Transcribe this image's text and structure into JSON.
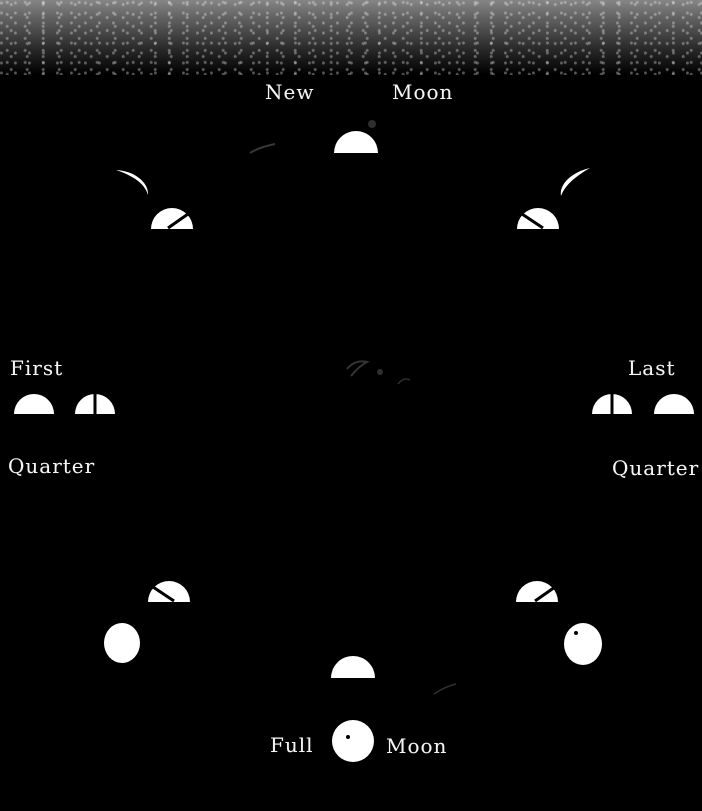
{
  "labels": {
    "new": "New",
    "new_moon": "Moon",
    "first": "First",
    "first_quarter": "Quarter",
    "last": "Last",
    "last_quarter": "Quarter",
    "full": "Full",
    "full_moon": "Moon"
  },
  "colors": {
    "background": "#000000",
    "moon": "#ffffff",
    "shade": "#000000"
  }
}
